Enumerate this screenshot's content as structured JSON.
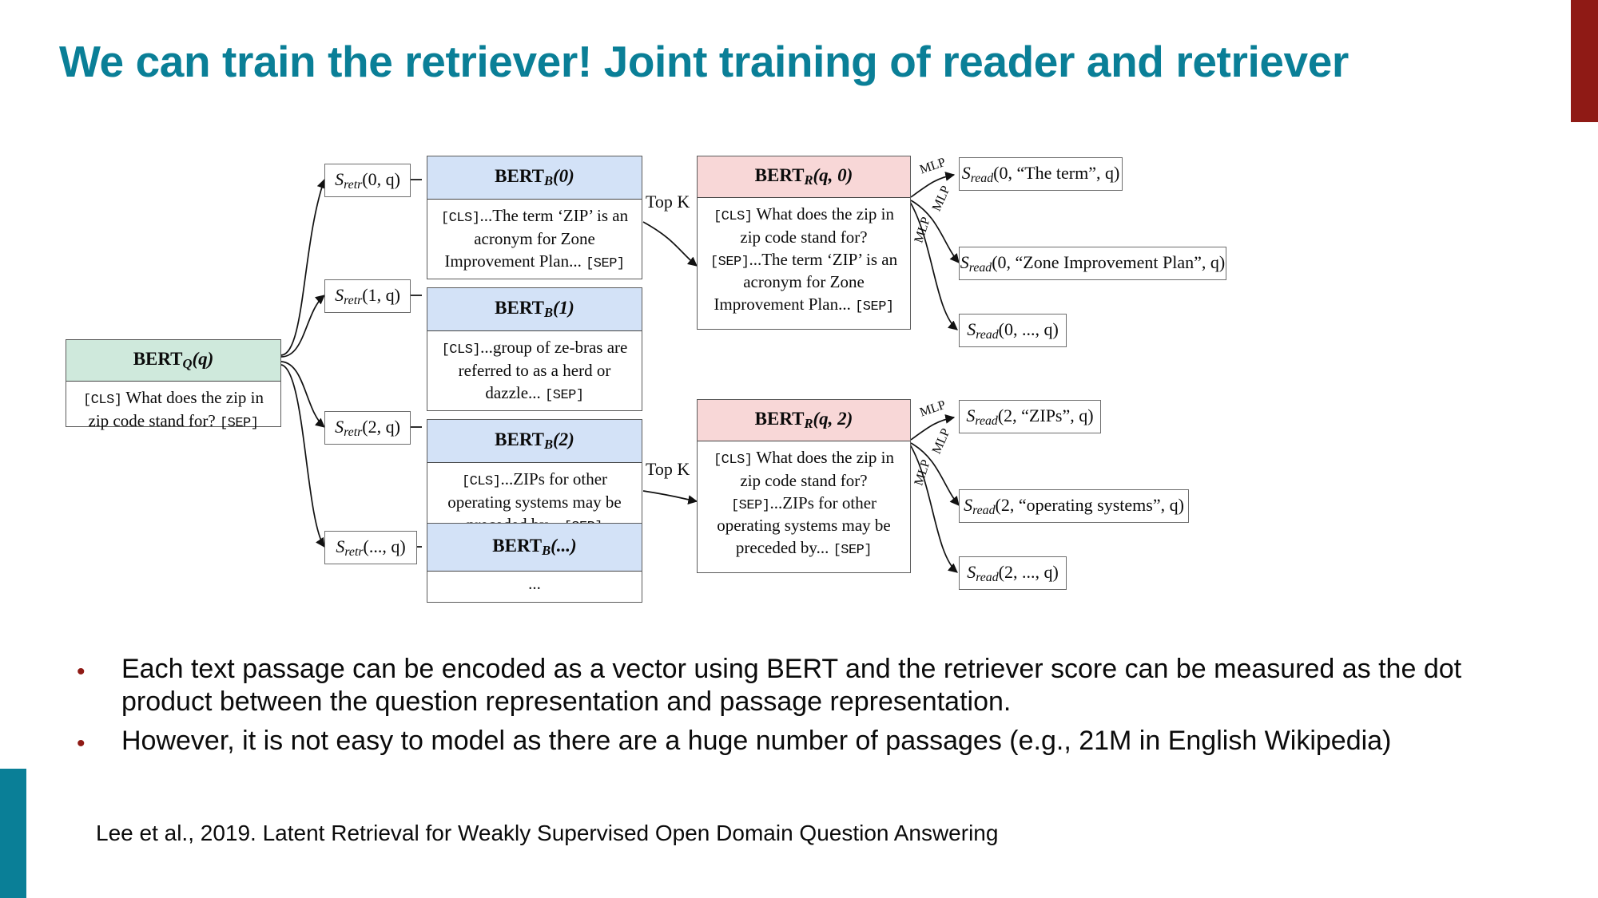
{
  "slide": {
    "title": "We can train the retriever! Joint training of reader and retriever",
    "title_color": "#0a7f97",
    "accent_red": "#8f1a15",
    "accent_teal": "#0a7f97"
  },
  "figure": {
    "query_node": {
      "header": "BERT",
      "header_sub": "Q",
      "header_arg": "(q)",
      "body_pre": "[CLS]",
      "body_mid": " What does the zip in zip code stand for? ",
      "body_post": "[SEP]"
    },
    "passage_nodes": [
      {
        "header": "BERT",
        "header_sub": "B",
        "header_arg": "(0)",
        "body_pre": "[CLS]",
        "body_mid": "...The term ‘ZIP’ is an acronym for Zone Improvement Plan... ",
        "body_post": "[SEP]"
      },
      {
        "header": "BERT",
        "header_sub": "B",
        "header_arg": "(1)",
        "body_pre": "[CLS]",
        "body_mid": "...group of ze-bras are referred to as a herd or dazzle... ",
        "body_post": "[SEP]"
      },
      {
        "header": "BERT",
        "header_sub": "B",
        "header_arg": "(2)",
        "body_pre": "[CLS]",
        "body_mid": "...ZIPs for other operating systems may be preceded by... ",
        "body_post": "[SEP]"
      },
      {
        "header": "BERT",
        "header_sub": "B",
        "header_arg": "(...)",
        "body_pre": "",
        "body_mid": "...",
        "body_post": ""
      }
    ],
    "retriever_scores": [
      {
        "name": "S",
        "sub": "retr",
        "args": "(0, q)"
      },
      {
        "name": "S",
        "sub": "retr",
        "args": "(1, q)"
      },
      {
        "name": "S",
        "sub": "retr",
        "args": "(2, q)"
      },
      {
        "name": "S",
        "sub": "retr",
        "args": "(..., q)"
      }
    ],
    "reader_nodes": [
      {
        "header": "BERT",
        "header_sub": "R",
        "header_arg": "(q, 0)",
        "body_pre": "[CLS]",
        "body_mid": " What does the zip in zip code stand for? ",
        "body_sep": "[SEP]",
        "body_tail": "...The term ‘ZIP’ is an acronym for Zone Improvement Plan... ",
        "body_post": "[SEP]"
      },
      {
        "header": "BERT",
        "header_sub": "R",
        "header_arg": "(q, 2)",
        "body_pre": "[CLS]",
        "body_mid": " What does the zip in zip code stand for? ",
        "body_sep": "[SEP]",
        "body_tail": "...ZIPs for other operating systems may be preceded by... ",
        "body_post": "[SEP]"
      }
    ],
    "reader_scores_top": [
      {
        "name": "S",
        "sub": "read",
        "args": "(0, “The term”, q)"
      },
      {
        "name": "S",
        "sub": "read",
        "args": "(0, “Zone Improvement Plan”, q)"
      },
      {
        "name": "S",
        "sub": "read",
        "args": "(0, ..., q)"
      }
    ],
    "reader_scores_bottom": [
      {
        "name": "S",
        "sub": "read",
        "args": "(2, “ZIPs”, q)"
      },
      {
        "name": "S",
        "sub": "read",
        "args": "(2, “operating systems”, q)"
      },
      {
        "name": "S",
        "sub": "read",
        "args": "(2, ..., q)"
      }
    ],
    "topk_labels": [
      "Top K",
      "Top K"
    ],
    "mlp_labels": [
      "MLP",
      "MLP",
      "MLP",
      "MLP",
      "MLP",
      "MLP"
    ]
  },
  "bullets": [
    {
      "marker": "•",
      "text": "Each text passage can be encoded as a vector using BERT and the retriever score can be measured as the dot product between the question representation and passage representation."
    },
    {
      "marker": "•",
      "text": "However, it is not easy to model as there are a huge number of passages (e.g., 21M in English Wikipedia)"
    }
  ],
  "citation": "Lee et al., 2019. Latent Retrieval for Weakly Supervised Open Domain Question Answering"
}
